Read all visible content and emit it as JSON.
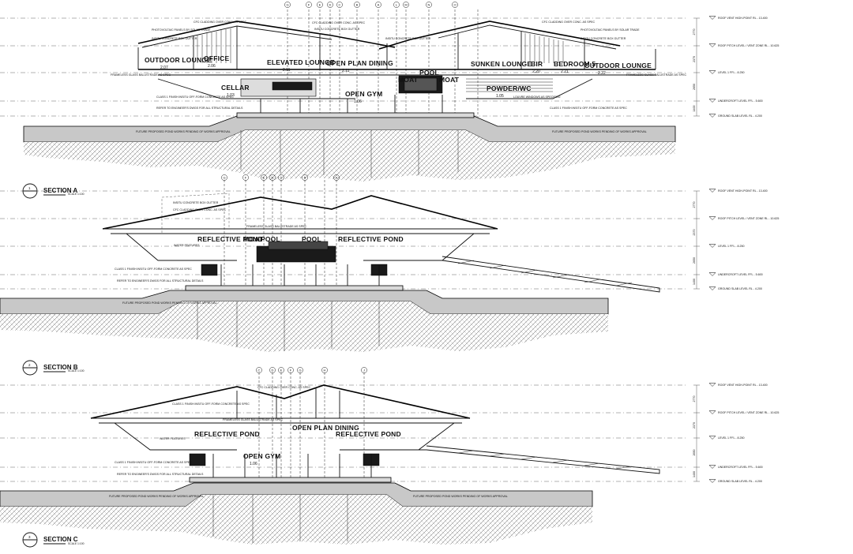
{
  "levels": [
    "ROOF VENT HIGH-POINT RL - 13.400",
    "ROOF PITCH LEVEL / VENT ZONE RL - 10.625",
    "LEVEL 1 FFL - 8.250",
    "UNDERCROFT LEVEL FFL - 5.600",
    "GROUND SLAB LEVEL RL - 4.200"
  ],
  "dims": [
    "2770",
    "2370",
    "2650",
    "1400"
  ],
  "sections": [
    {
      "number": "1",
      "title": "SECTION A",
      "scale": "SCALE 1:100",
      "grid_labels": [
        "G",
        "F",
        "E",
        "D",
        "C",
        "B",
        "A",
        "L",
        "M",
        "N",
        "O"
      ],
      "rooms": [
        {
          "name": "OUTDOOR LOUNGE",
          "number": "2.07"
        },
        {
          "name": "OFFICE",
          "number": "2.06"
        },
        {
          "name": "ELEVATED LOUNGE",
          "number": "2.11"
        },
        {
          "name": "OPEN PLAN DINING",
          "number": "2.11"
        },
        {
          "name": "POOL",
          "number": ""
        },
        {
          "name": "MOAT",
          "number": ""
        },
        {
          "name": "MOAT",
          "number": ""
        },
        {
          "name": "SUNKEN LOUNGE",
          "number": ""
        },
        {
          "name": "BIR",
          "number": "2.20"
        },
        {
          "name": "BEDROOM 5",
          "number": "2.21"
        },
        {
          "name": "OUTDOOR LOUNGE",
          "number": "2.22"
        },
        {
          "name": "CELLAR",
          "number": "1.03"
        },
        {
          "name": "OPEN GYM",
          "number": "1.06"
        },
        {
          "name": "POWDER/WC",
          "number": "1.05"
        }
      ],
      "notes": [
        "PHOTOVOLTAIC PANELS BY SOLAR TRADE",
        "INSITU CONCRETE BOX GUTTER",
        "FRAMELESS GLASS BALUSTRADE AS SPEC",
        "CFC CLADDING OVER CONC. AS SPEC",
        "CFC CLADDING OVER CONC. AS SPEC",
        "INSITU CONCRETE BOX GUTTER",
        "INSITU CONCRETE BOX GUTTER",
        "CFC CLADDING OVER CONC. AS SPEC",
        "PHOTOVOLTAIC PANELS BY SOLAR TRADE",
        "INSITU CONCRETE BOX GUTTER",
        "FRAMELESS GLASS BALUSTRADE AS SPEC",
        "CLASS 1 FINISH INSITU OFF-FORM CONCRETE AS SPEC",
        "REFER TO ENGINEER'S DWGS FOR ALL STRUCTURAL DETAILS",
        "LOUVRE WINDOWS AS SPECIFIED",
        "CLASS 1 FINISH INSITU OFF-FORM CONCRETE AS SPEC",
        "FUTURE PROPOSED POND WORKS PENDING OF WORKS APPROVAL",
        "FUTURE PROPOSED POND WORKS PENDING OF WORKS APPROVAL"
      ]
    },
    {
      "number": "2",
      "title": "SECTION B",
      "scale": "SCALE 1:100",
      "grid_labels": [
        "G",
        "F",
        "E",
        "D",
        "C",
        "B",
        "A"
      ],
      "rooms": [
        {
          "name": "REFLECTIVE POND",
          "number": ""
        },
        {
          "name": "MOAT",
          "number": ""
        },
        {
          "name": "POOL",
          "number": ""
        },
        {
          "name": "POOL",
          "number": ""
        },
        {
          "name": "REFLECTIVE POND",
          "number": ""
        }
      ],
      "notes": [
        "INSITU CONCRETE BOX GUTTER",
        "CFC CLADDING OVER CONC. AS SPEC",
        "FRAMELESS GLASS BALUSTRADE AS SPEC",
        "WATER FEATURES",
        "CLASS 1 FINISH INSITU OFF-FORM CONCRETE AS SPEC",
        "REFER TO ENGINEER'S DWGS FOR ALL STRUCTURAL DETAILS",
        "FUTURE PROPOSED POND WORKS PENDING OF WORKS APPROVAL"
      ]
    },
    {
      "number": "3",
      "title": "SECTION C",
      "scale": "SCALE 1:100",
      "grid_labels": [
        "C",
        "D",
        "E",
        "F",
        "G",
        "H",
        "J"
      ],
      "rooms": [
        {
          "name": "REFLECTIVE POND",
          "number": ""
        },
        {
          "name": "OPEN PLAN DINING",
          "number": ""
        },
        {
          "name": "REFLECTIVE POND",
          "number": ""
        },
        {
          "name": "OPEN GYM",
          "number": "1.06"
        }
      ],
      "notes": [
        "CFC CLADDING OVER CONC. AS SPEC",
        "CLASS 1 FINISH INSITU OFF-FORM CONCRETE AS SPEC",
        "FRAMELESS GLASS BALUSTRADE AS SPEC",
        "WATER FEATURES",
        "CLASS 1 FINISH INSITU OFF-FORM CONCRETE AS SPEC",
        "REFER TO ENGINEER'S DWGS FOR ALL STRUCTURAL DETAILS",
        "FUTURE PROPOSED POND WORKS PENDING OF WORKS APPROVAL",
        "FUTURE PROPOSED POND WORKS PENDING OF WORKS APPROVAL"
      ]
    }
  ]
}
